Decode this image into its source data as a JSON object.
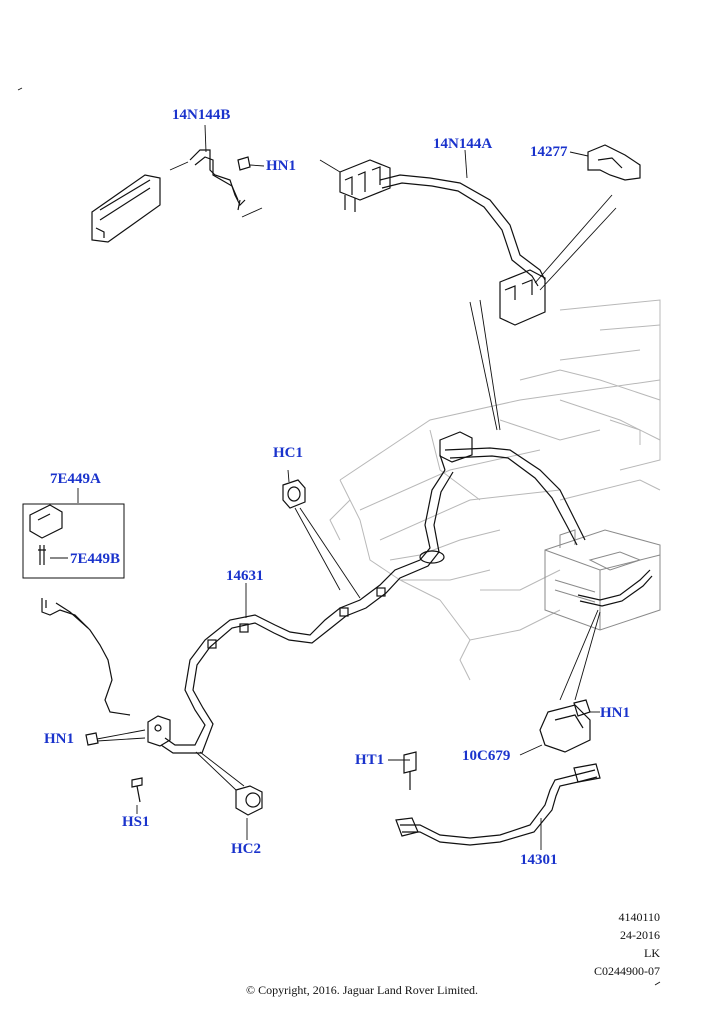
{
  "callouts": {
    "c14N144B": "14N144B",
    "cHN1_top": "HN1",
    "c14N144A": "14N144A",
    "c14277": "14277",
    "cHC1": "HC1",
    "c7E449A": "7E449A",
    "c7E449B": "7E449B",
    "c14631": "14631",
    "cHN1_left": "HN1",
    "cHS1": "HS1",
    "cHC2": "HC2",
    "cHT1": "HT1",
    "cHN1_right": "HN1",
    "c10C679": "10C679",
    "c14301": "14301"
  },
  "meta": {
    "ref": "4140110",
    "date": "24-2016",
    "author": "LK",
    "code": "C0244900-07"
  },
  "copyright": "© Copyright, 2016. Jaguar Land Rover Limited.",
  "colors": {
    "callout": "#1a33cc",
    "line": "#111111",
    "ghost": "#b8b8b8"
  }
}
